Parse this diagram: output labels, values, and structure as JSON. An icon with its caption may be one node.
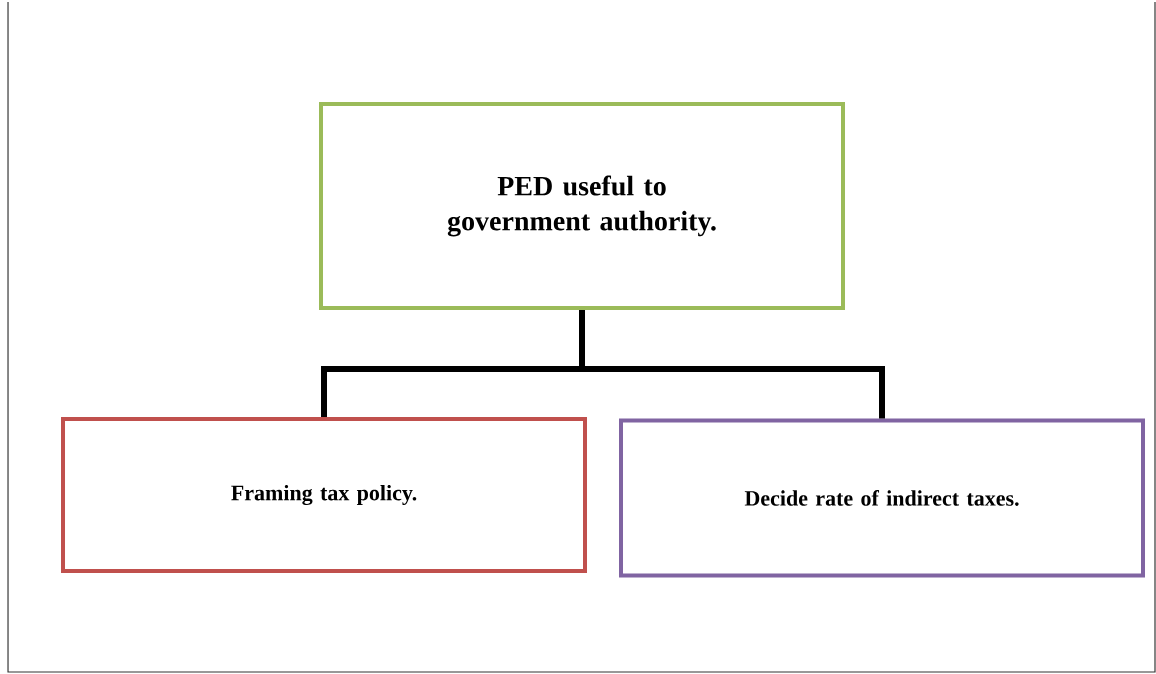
{
  "diagram": {
    "nodes": [
      {
        "text": [
          "PED useful to government authority."
        ]
      },
      {
        "text": [
          "Framing tax policy."
        ]
      },
      {
        "text": [
          "Decide rate of indirect taxes."
        ]
      }
    ],
    "edges": [
      {
        "from": 0,
        "to": 1,
        "arrow": "none"
      },
      {
        "from": 0,
        "to": 2,
        "arrow": "none"
      }
    ]
  }
}
